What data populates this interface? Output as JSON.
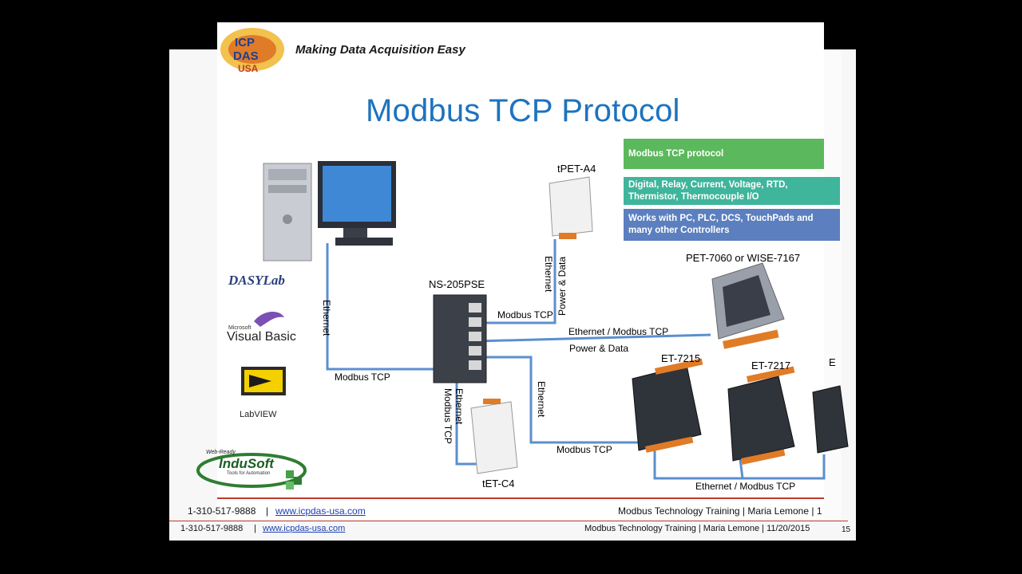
{
  "header": {
    "tagline": "Making Data Acquisition Easy",
    "logo_text": "ICP DAS USA"
  },
  "slide": {
    "title": "Modbus TCP Protocol"
  },
  "callouts": [
    {
      "text": "Modbus TCP protocol",
      "color": "#5cb85c"
    },
    {
      "text": "Digital, Relay, Current, Voltage, RTD, Thermistor, Thermocouple I/O",
      "color": "#3fb59b"
    },
    {
      "text": "Works with PC, PLC, DCS, TouchPads and many other Controllers",
      "color": "#5b7fbf"
    }
  ],
  "software_logos": {
    "dasylab": "DASYLab",
    "visual_basic_small": "Microsoft",
    "visual_basic": "Visual Basic",
    "labview": "LabVIEW",
    "indusoft_small": "Web-Ready",
    "indusoft": "InduSoft",
    "indusoft_sub": "Tools for Automation"
  },
  "devices": {
    "tpet": "tPET-A4",
    "ns205": "NS-205PSE",
    "pet7060": "PET-7060 or WISE-7167",
    "et7215": "ET-7215",
    "et7217": "ET-7217",
    "et_cut": "E",
    "tetc4": "tET-C4"
  },
  "links": {
    "ethernet_pc": "Ethernet",
    "modbus_tcp_pc": "Modbus TCP",
    "ethernet_tpet": "Ethernet",
    "power_data_tpet": "Power & Data",
    "modbus_tcp_tpet": "Modbus TCP",
    "ethernet_modbus_pet": "Ethernet / Modbus TCP",
    "power_data_pet": "Power & Data",
    "ethernet_right": "Ethernet",
    "modbus_tcp_et": "Modbus TCP",
    "modbus_tcp_tet": "Modbus TCP",
    "ethernet_tet": "Ethernet",
    "ethernet_modbus_bottom": "Ethernet / Modbus TCP"
  },
  "footer_front": {
    "phone": "1-310-517-9888",
    "separator": "|",
    "url": "www.icpdas-usa.com",
    "training": "Modbus Technology Training | Maria Lemone | 1"
  },
  "footer_back": {
    "phone": "1-310-517-9888",
    "separator": "|",
    "url": "www.icpdas-usa.com",
    "training": "Modbus Technology Training | Maria Lemone | 11/20/2015",
    "page": "15"
  },
  "colors": {
    "title_blue": "#1e73be",
    "wire_blue": "#5b8fcf",
    "footer_red": "#c0392b",
    "link_blue": "#1a3fb4"
  }
}
